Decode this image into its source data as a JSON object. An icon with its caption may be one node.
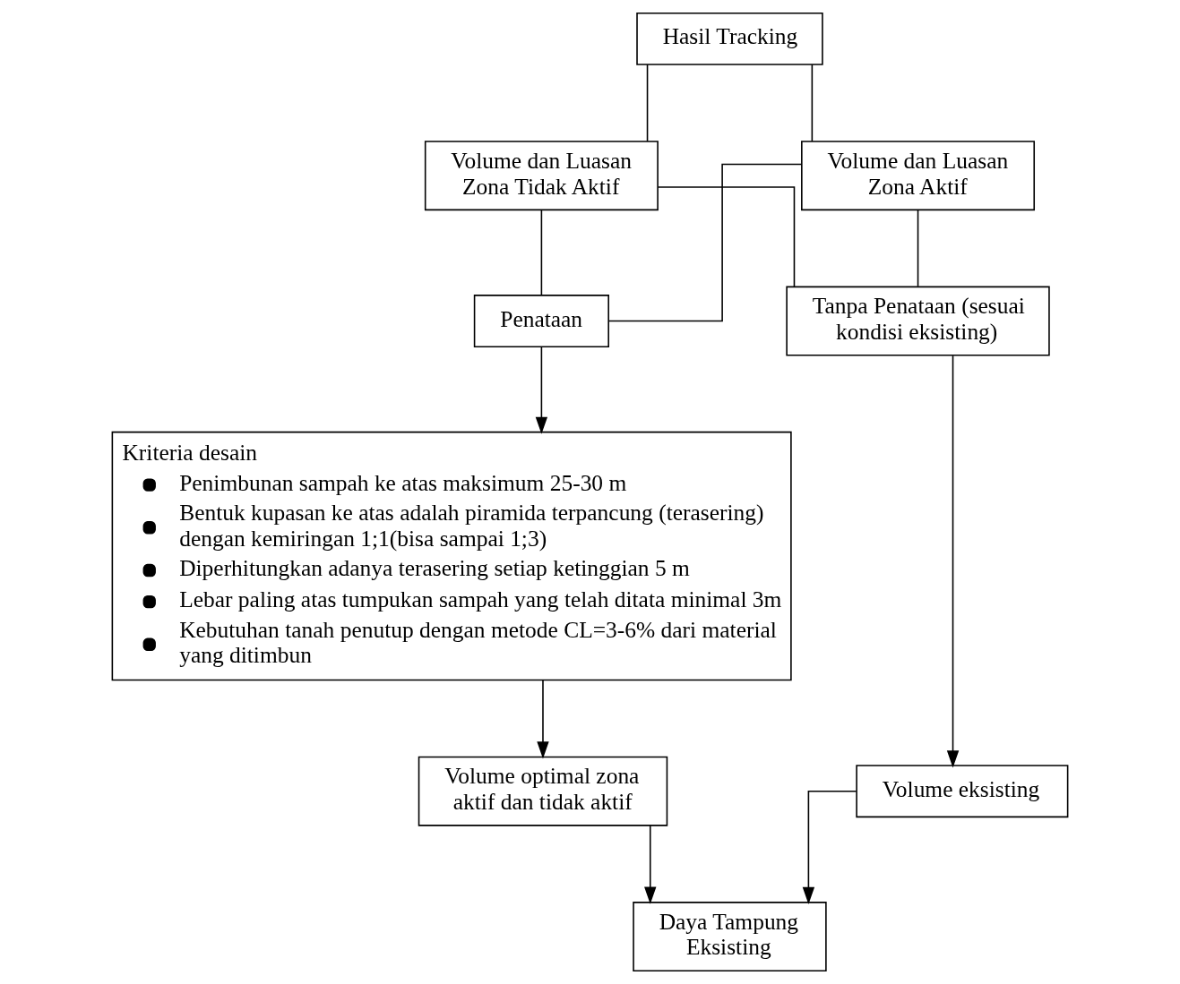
{
  "diagram": {
    "nodes": [
      {
        "text": [
          "Hasil Tracking"
        ]
      },
      {
        "text": [
          "Volume dan Luasan Zona Tidak Aktif"
        ]
      },
      {
        "text": [
          "Volume dan Luasan Zona Aktif"
        ]
      },
      {
        "text": [
          "Penataan"
        ]
      },
      {
        "text": [
          "Tanpa Penataan (sesuai kondisi eksisting)"
        ]
      },
      {
        "text": [
          "Kriteria desain",
          "Penimbunan sampah ke atas maksimum 25-30 m",
          "Bentuk kupasan ke atas adalah piramida terpancung (terasering) dengan kemiringan 1;1(bisa sampai 1;3)",
          "Diperhitungkan adanya terasering setiap ketinggian 5 m",
          "Lebar paling atas tumpukan sampah yang telah ditata minimal 3m",
          "Kebutuhan tanah penutup dengan metode CL=3-6% dari material yang ditimbun"
        ]
      },
      {
        "text": [
          "Volume optimal zona aktif dan tidak aktif"
        ]
      },
      {
        "text": [
          "Volume eksisting"
        ]
      },
      {
        "text": [
          "Daya Tampung Eksisting"
        ]
      }
    ],
    "edges": [
      {
        "from": 0,
        "to": 1,
        "arrow": "none"
      },
      {
        "from": 0,
        "to": 2,
        "arrow": "none"
      },
      {
        "from": 1,
        "to": 3,
        "arrow": "none"
      },
      {
        "from": 1,
        "to": 4,
        "arrow": "none"
      },
      {
        "from": 2,
        "to": 3,
        "arrow": "none"
      },
      {
        "from": 2,
        "to": 4,
        "arrow": "none"
      },
      {
        "from": 3,
        "to": 5,
        "arrow": "to"
      },
      {
        "from": 5,
        "to": 6,
        "arrow": "to"
      },
      {
        "from": 4,
        "to": 7,
        "arrow": "to"
      },
      {
        "from": 6,
        "to": 8,
        "arrow": "to"
      },
      {
        "from": 7,
        "to": 8,
        "arrow": "to"
      }
    ]
  }
}
